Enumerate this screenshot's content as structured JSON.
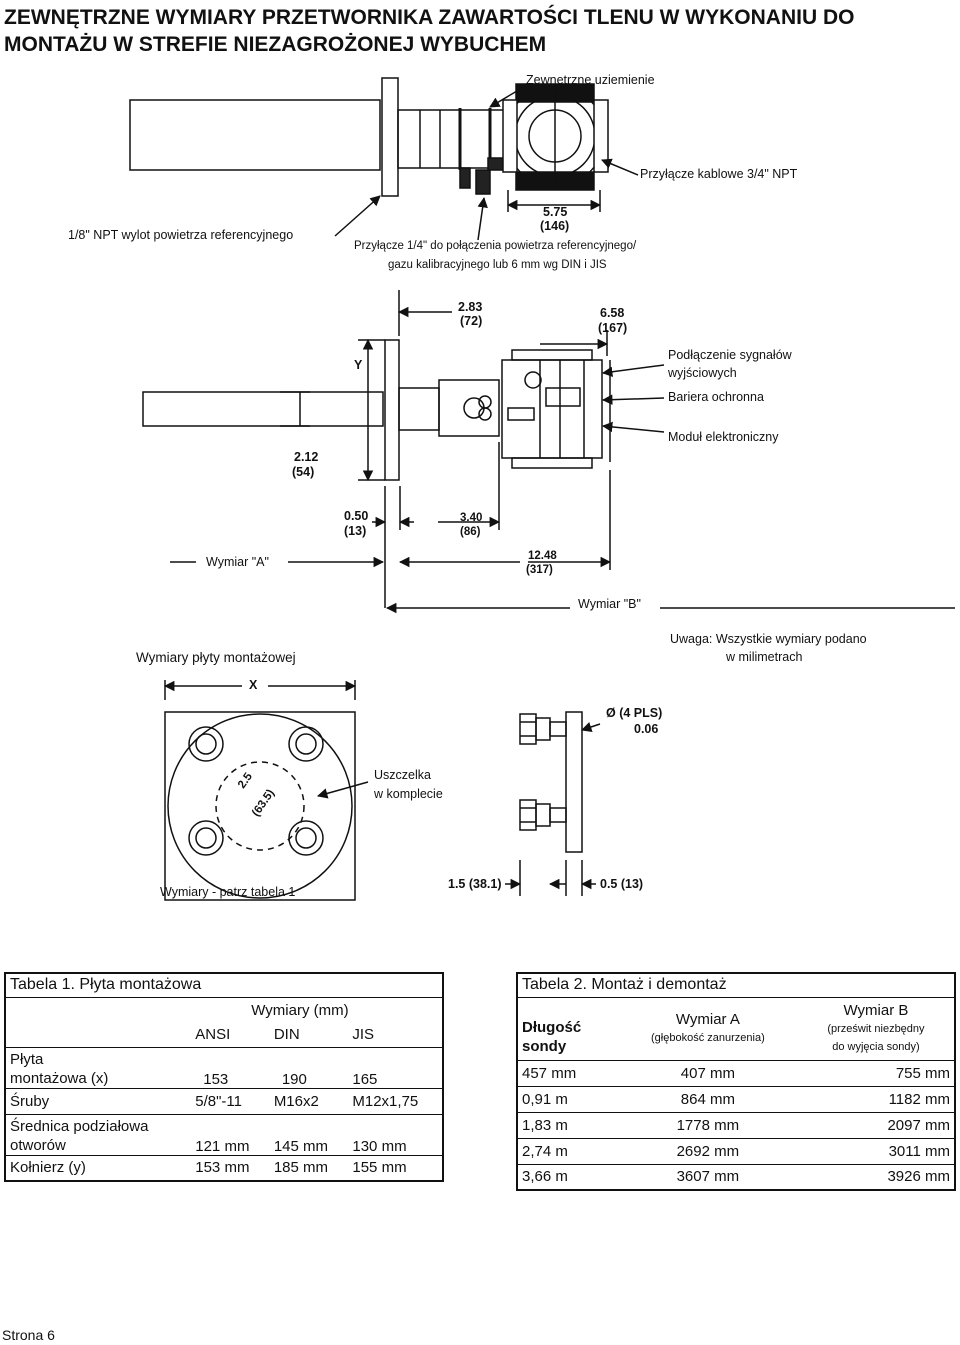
{
  "title": "ZEWNĘTRZNE WYMIARY PRZETWORNIKA ZAWARTOŚCI TLENU W WYKONANIU DO MONTAŻU W STREFIE NIEZAGROŻONEJ WYBUCHEM",
  "top_view": {
    "ground": "Zewnętrzne uziemienie",
    "cable": "Przyłącze kablowe 3/4\" NPT",
    "ref_air_outlet": "1/8\" NPT wylot powietrza referencyjnego",
    "ref_conn_1": "Przyłącze 1/4\" do połączenia powietrza referencyjnego/",
    "ref_conn_2": "gazu kalibracyjnego lub 6 mm wg DIN i JIS",
    "dim_575": "5.75",
    "dim_146": "(146)"
  },
  "side_view": {
    "dim_283": "2.83",
    "dim_72": "(72)",
    "dim_658": "6.58",
    "dim_167": "(167)",
    "y_label": "Y",
    "signal_1": "Podłączenie sygnałów",
    "signal_2": "wyjściowych",
    "barrier": "Bariera ochronna",
    "module": "Moduł elektroniczny",
    "dim_212": "2.12",
    "dim_54": "(54)",
    "dim_050": "0.50",
    "dim_13": "(13)",
    "dim_340": "3.40",
    "dim_86": "(86)",
    "dim_a": "Wymiar \"A\"",
    "dim_1248": "12.48",
    "dim_317": "(317)",
    "dim_b": "Wymiar \"B\""
  },
  "plate": {
    "heading": "Wymiary płyty montażowej",
    "note_1": "Uwaga: Wszystkie wymiary podano",
    "note_2": "w milimetrach",
    "x_label": "X",
    "center_1": "2.5",
    "center_2": "(63.5)",
    "gasket_1": "Uszczelka",
    "gasket_2": "w komplecie",
    "hole_dia": "Ø (4 PLS)",
    "hole_tol": "0.06",
    "see_table": "Wymiary - patrz tabela 1",
    "dim_15": "1.5 (38.1)",
    "dim_05": "0.5 (13)"
  },
  "table1": {
    "caption": "Tabela 1. Płyta montażowa",
    "group_header": "Wymiary (mm)",
    "columns": [
      "ANSI",
      "DIN",
      "JIS"
    ],
    "rows": [
      {
        "label_1": "Płyta",
        "label_2": "montażowa (x)",
        "values": [
          "153",
          "190",
          "165"
        ]
      },
      {
        "label_1": "",
        "label_2": "Śruby",
        "values": [
          "5/8\"-11",
          "M16x2",
          "M12x1,75"
        ]
      },
      {
        "label_1": "Średnica podziałowa",
        "label_2": "otworów",
        "values": [
          "121 mm",
          "145 mm",
          "130 mm"
        ]
      },
      {
        "label_1": "",
        "label_2": "Kołnierz (y)",
        "values": [
          "153 mm",
          "185 mm",
          "155 mm"
        ]
      }
    ]
  },
  "table2": {
    "caption": "Tabela 2. Montaż i demontaż",
    "col0_1": "Długość",
    "col0_2": "sondy",
    "col1": "Wymiar A",
    "col1_sub": "(głębokość zanurzenia)",
    "col2": "Wymiar B",
    "col2_sub_1": "(prześwit niezbędny",
    "col2_sub_2": "do wyjęcia sondy)",
    "rows": [
      [
        "457 mm",
        "407 mm",
        "755 mm"
      ],
      [
        "0,91 m",
        "864 mm",
        "1182 mm"
      ],
      [
        "1,83 m",
        "1778 mm",
        "2097 mm"
      ],
      [
        "2,74 m",
        "2692 mm",
        "3011 mm"
      ],
      [
        "3,66 m",
        "3607 mm",
        "3926 mm"
      ]
    ]
  },
  "footer": "Strona 6"
}
